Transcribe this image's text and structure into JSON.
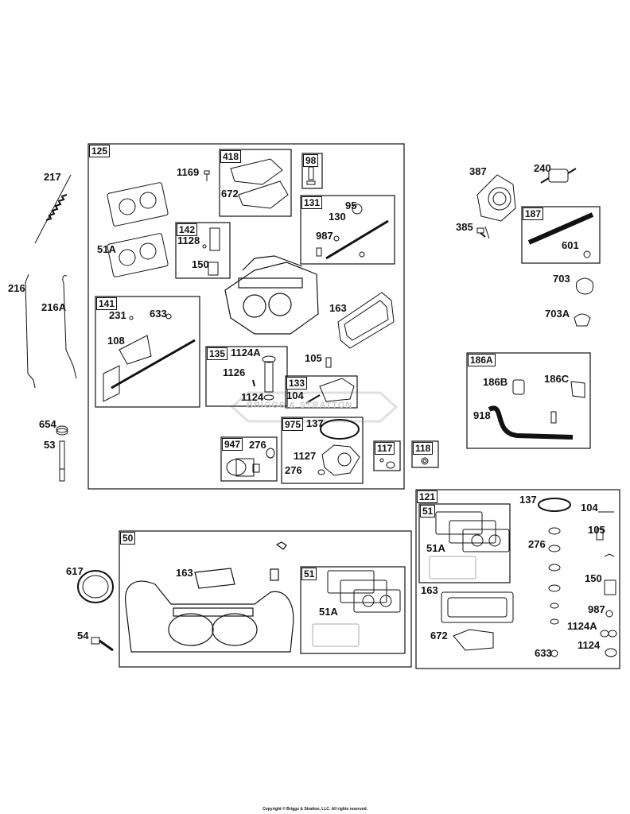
{
  "boxes": {
    "b125": "125",
    "b418": "418",
    "b98": "98",
    "b131": "131",
    "b142": "142",
    "b141": "141",
    "b135": "135",
    "b133": "133",
    "b975": "975",
    "b947": "947",
    "b117": "117",
    "b118": "118",
    "b187": "187",
    "b186A": "186A",
    "b121": "121",
    "b51r": "51",
    "b50": "50",
    "b51m": "51"
  },
  "labels": {
    "p217": "217",
    "p216": "216",
    "p216A": "216A",
    "p654": "654",
    "p53": "53",
    "p1169": "1169",
    "p672a": "672",
    "p51A_a": "51A",
    "p1128": "1128",
    "p150a": "150",
    "p95": "95",
    "p130": "130",
    "p987a": "987",
    "p231": "231",
    "p633a": "633",
    "p108": "108",
    "p163a": "163",
    "p1124A_a": "1124A",
    "p1126": "1126",
    "p1124a": "1124",
    "p105a": "105",
    "p104a": "104",
    "p137a": "137",
    "p1127": "1127",
    "p276a": "276",
    "p276b": "276",
    "p387": "387",
    "p240": "240",
    "p385": "385",
    "p601": "601",
    "p703": "703",
    "p703A": "703A",
    "p186B": "186B",
    "p186C": "186C",
    "p918": "918",
    "p137b": "137",
    "p104b": "104",
    "p105b": "105",
    "p276c": "276",
    "p150b": "150",
    "p51A_r": "51A",
    "p163r": "163",
    "p987b": "987",
    "p1124A_b": "1124A",
    "p672b": "672",
    "p1124b": "1124",
    "p633b": "633",
    "p617": "617",
    "p54": "54",
    "p163m": "163",
    "p51A_m": "51A"
  },
  "watermark": "BRIGGS & STRATTON",
  "copyright": "Copyright © Briggs & Stratton, LLC. All rights reserved."
}
